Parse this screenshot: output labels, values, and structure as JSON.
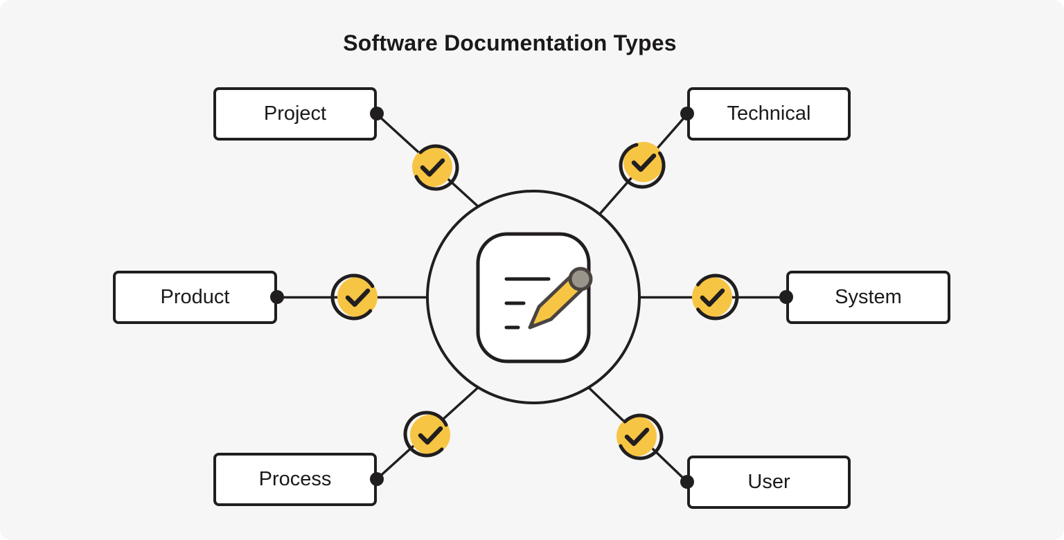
{
  "title": "Software Documentation Types",
  "center": {
    "icon": "document-pencil-icon"
  },
  "nodes": [
    {
      "id": "project",
      "label": "Project",
      "position": "top-left",
      "badge_icon": "checkmark-icon"
    },
    {
      "id": "technical",
      "label": "Technical",
      "position": "top-right",
      "badge_icon": "checkmark-icon"
    },
    {
      "id": "product",
      "label": "Product",
      "position": "middle-left",
      "badge_icon": "checkmark-icon"
    },
    {
      "id": "system",
      "label": "System",
      "position": "middle-right",
      "badge_icon": "checkmark-icon"
    },
    {
      "id": "process",
      "label": "Process",
      "position": "bottom-left",
      "badge_icon": "checkmark-icon"
    },
    {
      "id": "user",
      "label": "User",
      "position": "bottom-right",
      "badge_icon": "checkmark-icon"
    }
  ],
  "colors": {
    "background": "#F6F6F6",
    "ink": "#211E1F",
    "node_fill": "#FFFFFF",
    "accent_yellow": "#F7C544",
    "pencil_outline": "#4A4441",
    "eraser_gray": "#9B948B"
  }
}
